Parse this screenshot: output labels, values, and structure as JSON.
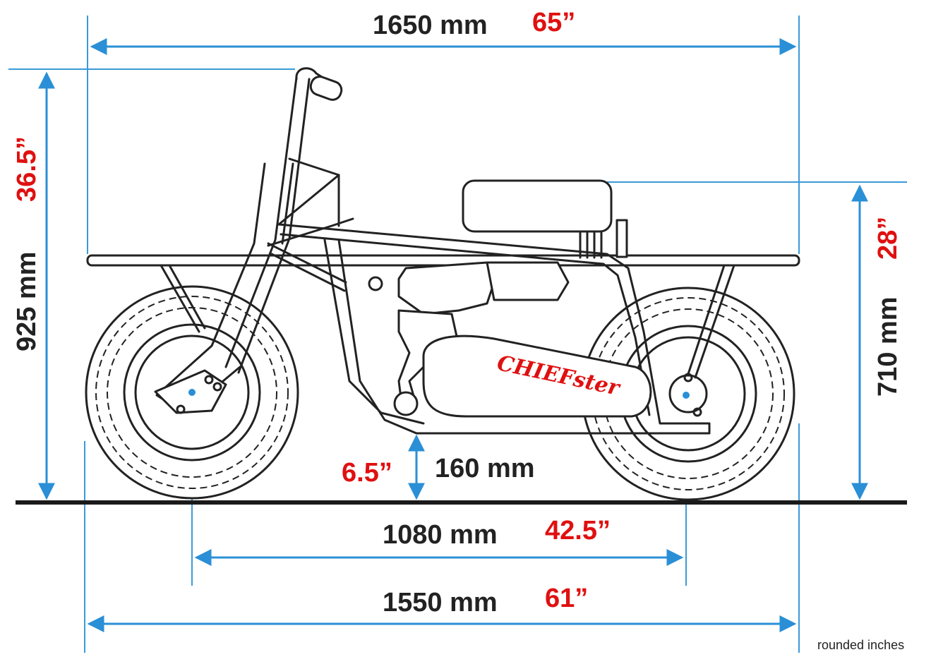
{
  "diagram": {
    "overall_length": {
      "mm": "1650 mm",
      "inches": "65”"
    },
    "overall_height": {
      "mm": "925 mm",
      "inches": "36.5”"
    },
    "seat_height": {
      "mm": "710 mm",
      "inches": "28”"
    },
    "ground_clearance": {
      "mm": "160 mm",
      "inches": "6.5”"
    },
    "wheelbase": {
      "mm": "1080 mm",
      "inches": "42.5”"
    },
    "track_length": {
      "mm": "1550 mm",
      "inches": "61”"
    },
    "brand_label": "CHIEFster",
    "note": "rounded inches"
  },
  "colors": {
    "dimension_line": "#2a8fd6",
    "inch_text": "#e01010",
    "mm_text": "#222222",
    "ink": "#222222"
  }
}
